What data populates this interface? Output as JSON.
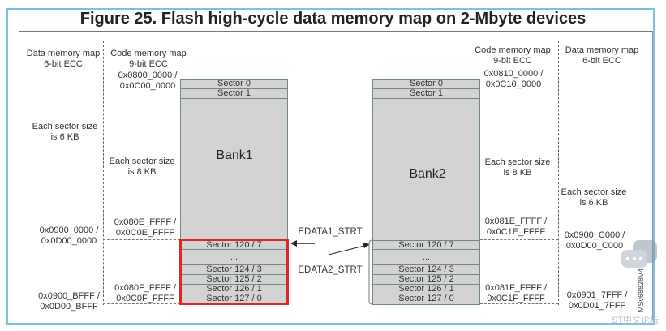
{
  "title": "Figure 25. Flash high-cycle data memory map on 2-Mbyte devices",
  "left": {
    "data_map": [
      "Data memory map",
      "6-bit ECC"
    ],
    "code_map": [
      "Code memory map",
      "9-bit ECC"
    ],
    "code_start": [
      "0x0800_0000 /",
      "0x0C00_0000"
    ],
    "data_sector_size": [
      "Each sector size",
      "is 6 KB"
    ],
    "code_sector_size": [
      "Each sector size",
      "is 8 KB"
    ],
    "data_start": [
      "0x0900_0000 /",
      "0x0D00_0000"
    ],
    "code_edata_prev": [
      "0x080E_FFFF /",
      "0x0C0E_FFFF"
    ],
    "code_end": [
      "0x080F_FFFF /",
      "0x0C0F_FFFF"
    ],
    "data_end": [
      "0x0900_BFFF /",
      "0x0D00_BFFF"
    ]
  },
  "right": {
    "code_map": [
      "Code memory map",
      "9-bit ECC"
    ],
    "data_map": [
      "Data  memory map",
      "6-bit ECC"
    ],
    "code_start": [
      "0x0810_0000 /",
      "0x0C10_0000"
    ],
    "code_sector_size": [
      "Each sector size",
      "is 8 KB"
    ],
    "data_sector_size": [
      "Each sector size",
      "is 6 KB"
    ],
    "code_edata_prev": [
      "0x081E_FFFF /",
      "0x0C1E_FFFF"
    ],
    "data_start": [
      "0x0900_C000 /",
      "0x0D00_C000"
    ],
    "code_end": [
      "0x081F_FFFF /",
      "0x0C1F_FFFF"
    ],
    "data_end": [
      "0x0901_7FFF /",
      "0x0D01_7FFF"
    ]
  },
  "bank1": {
    "label": "Bank1",
    "sectors": [
      "Sector 0",
      "Sector 1",
      "Sector 120 / 7",
      "...",
      "Sector 124 / 3",
      "Sector 125 / 2",
      "Sector 126 / 1",
      "Sector 127 / 0"
    ]
  },
  "bank2": {
    "label": "Bank2",
    "sectors": [
      "Sector 0",
      "Sector 1",
      "Sector 120 / 7",
      "...",
      "Sector 124 / 3",
      "Sector 125 / 2",
      "Sector 126 / 1",
      "Sector 127 / 0"
    ]
  },
  "edata1": "EDATA1_STRT",
  "edata2": "EDATA2_STRT",
  "figure_id": "MSv68828V4",
  "watermark": "ST中文论坛",
  "colors": {
    "highlight": "#e0242b",
    "bank_fill": "#d3d3d3",
    "frame": "#7cc0e3"
  }
}
